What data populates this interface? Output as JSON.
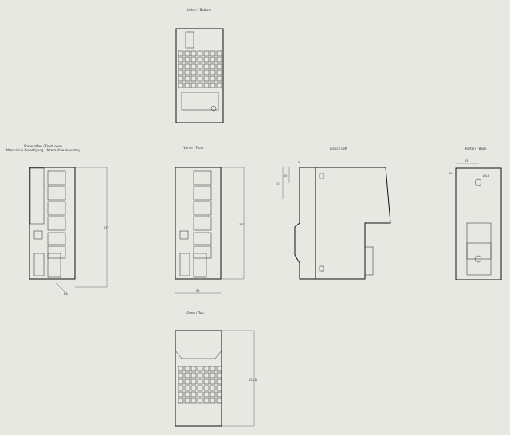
{
  "views": {
    "bottom": {
      "title": "Unten / Bottom"
    },
    "front_open": {
      "title": "Vorne offen / Front open",
      "subtitle": "Alternative Befestigung / Alternative mounting",
      "height_dim": "137",
      "angle_dim": "62"
    },
    "front": {
      "title": "Vorne / Front",
      "height_dim": "137",
      "width_dim": "90"
    },
    "left": {
      "title": "Links / Left",
      "dim_a": "30",
      "dim_b": "15",
      "dim_c": "5"
    },
    "back": {
      "title": "Hinten / Back",
      "dim_a": "15",
      "dim_b": "30",
      "hole": "Ø4.5"
    },
    "top": {
      "title": "Oben / Top",
      "depth_dim": "124.8"
    }
  },
  "colors": {
    "background": "#e8e8e3",
    "line": "#111111"
  }
}
